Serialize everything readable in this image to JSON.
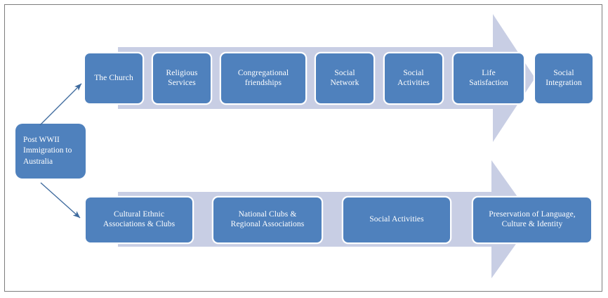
{
  "diagram": {
    "title": "Post WWII Immigration to Australia pathways diagram",
    "colors": {
      "node_fill": "#4F81BD",
      "node_outline": "#FFFFFF",
      "arrow_band": "#C8CEE4",
      "frame_border": "#7D7D7D",
      "connector": "#3F6B9E",
      "text": "#FFFFFF"
    },
    "source": {
      "label": "Post WWII Immigration to Australia",
      "lines": [
        "Post WWII",
        "Immigration",
        "to Australia"
      ]
    },
    "rows": [
      {
        "name": "religious-pathway",
        "arrow_name": "top-process-arrow",
        "nodes": [
          {
            "label": "The Church",
            "lines": [
              "The Church"
            ]
          },
          {
            "label": "Religious Services",
            "lines": [
              "Religious",
              "Services"
            ]
          },
          {
            "label": "Congregational friendships",
            "lines": [
              "Congregational",
              "friendships"
            ]
          },
          {
            "label": "Social Network",
            "lines": [
              "Social",
              "Network"
            ]
          },
          {
            "label": "Social Activities",
            "lines": [
              "Social",
              "Activities"
            ]
          },
          {
            "label": "Life Satisfaction",
            "lines": [
              "Life",
              "Satisfaction"
            ]
          },
          {
            "label": "Social Integration",
            "lines": [
              "Social",
              "Integration"
            ]
          }
        ]
      },
      {
        "name": "cultural-pathway",
        "arrow_name": "bottom-process-arrow",
        "nodes": [
          {
            "label": "Cultural Ethnic Associations & Clubs",
            "lines": [
              "Cultural Ethnic",
              "Associations & Clubs"
            ]
          },
          {
            "label": "National Clubs & Regional Associations",
            "lines": [
              "National Clubs &",
              "Regional Associations"
            ]
          },
          {
            "label": "Social Activities",
            "lines": [
              "Social Activities"
            ]
          },
          {
            "label": "Preservation of Language, Culture & Identity",
            "lines": [
              "Preservation of Language,",
              "Culture & Identity"
            ]
          }
        ]
      }
    ],
    "connectors": [
      {
        "name": "connector-source-to-church",
        "from": "Post WWII Immigration to Australia",
        "to": "The Church"
      },
      {
        "name": "connector-source-to-cultural",
        "from": "Post WWII Immigration to Australia",
        "to": "Cultural Ethnic Associations & Clubs"
      }
    ]
  }
}
